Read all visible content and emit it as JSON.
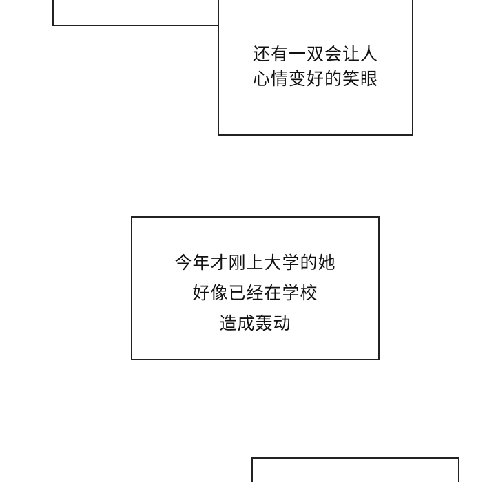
{
  "panel_top": {
    "lines": [
      "还有一双会让人",
      "心情变好的笑眼"
    ]
  },
  "panel_middle": {
    "lines": [
      "今年才刚上大学的她",
      "好像已经在学校",
      "造成轰动"
    ]
  },
  "colors": {
    "border": "#222222",
    "background": "#ffffff",
    "text": "#111111"
  }
}
